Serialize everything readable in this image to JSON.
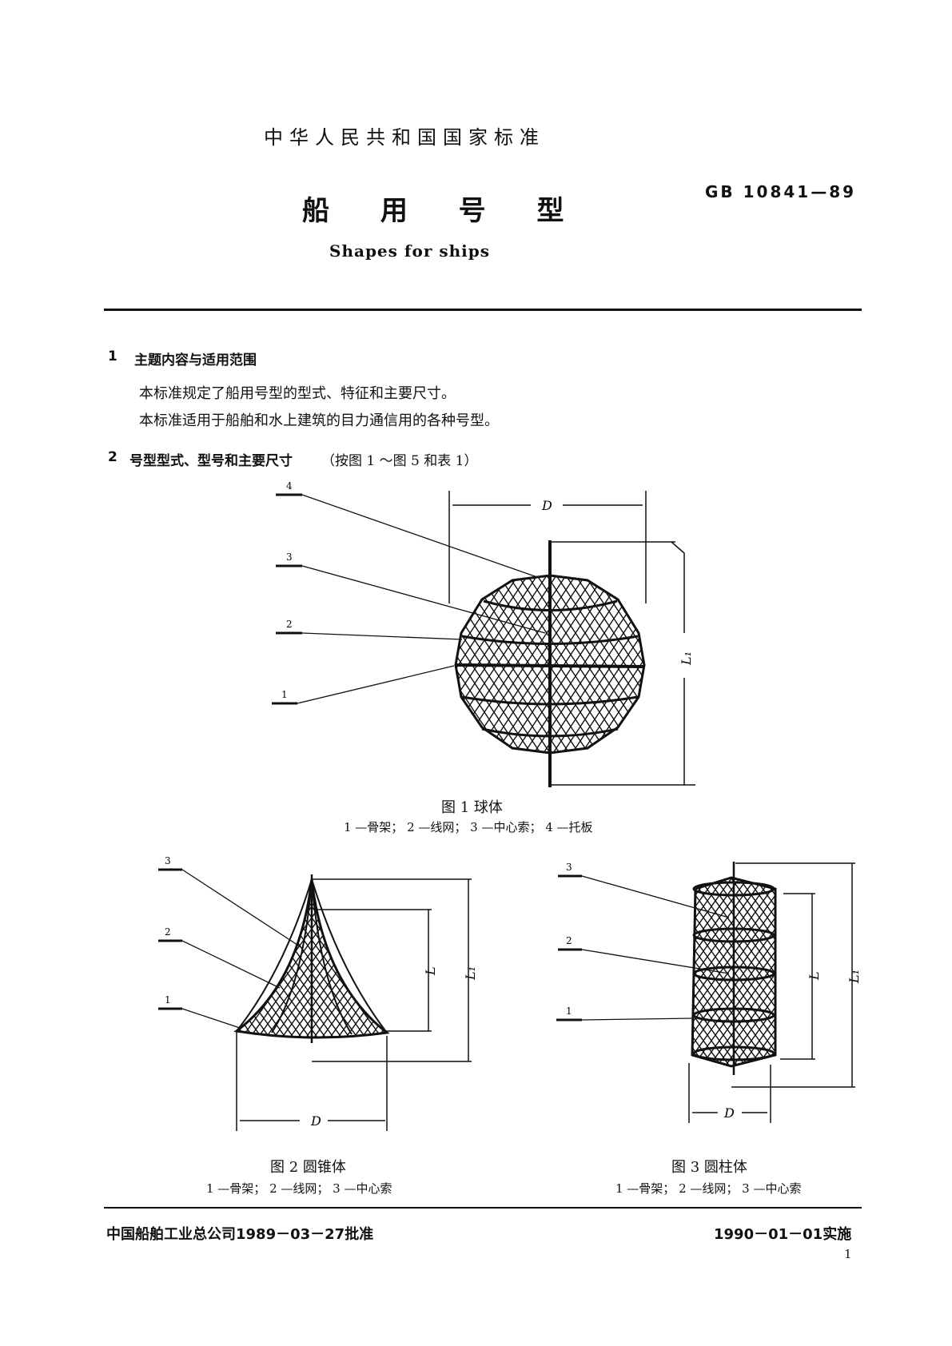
{
  "header": {
    "organization": "中华人民共和国国家标准",
    "title": "船 用 号 型",
    "subtitle": "Shapes for ships",
    "standard_code": "GB 10841—89"
  },
  "section1": {
    "number": "1",
    "title": "主题内容与适用范围",
    "paragraphs": [
      "本标准规定了船用号型的型式、特征和主要尺寸。",
      "本标准适用于船舶和水上建筑的目力通信用的各种号型。"
    ]
  },
  "section2": {
    "number": "2",
    "title": "号型型式、型号和主要尺寸",
    "ref": "（按图 1 ～图 5 和表 1）"
  },
  "figures": {
    "fig1": {
      "caption": "图 1   球体",
      "legend": "1 —骨架；  2 —线网；  3 —中心索；  4 —托板",
      "callouts": [
        "4",
        "3",
        "2",
        "1"
      ],
      "dim_d": "D",
      "dim_l1": "L₁"
    },
    "fig2": {
      "caption": "图 2    圆锥体",
      "legend": "1 —骨架；  2 —线网；  3 —中心索",
      "callouts": [
        "3",
        "2",
        "1"
      ],
      "dim_d": "D",
      "dim_l": "L",
      "dim_l1": "L₁"
    },
    "fig3": {
      "caption": "图   3    圆柱体",
      "legend": "1 —骨架； 2 —线网；  3 —中心索",
      "callouts": [
        "3",
        "2",
        "1"
      ],
      "dim_d": "D",
      "dim_l": "L",
      "dim_l1": "L₁"
    }
  },
  "footer": {
    "approval": "中国船舶工业总公司1989－03－27批准",
    "effective": "1990－01－01实施",
    "page_number": "1"
  }
}
